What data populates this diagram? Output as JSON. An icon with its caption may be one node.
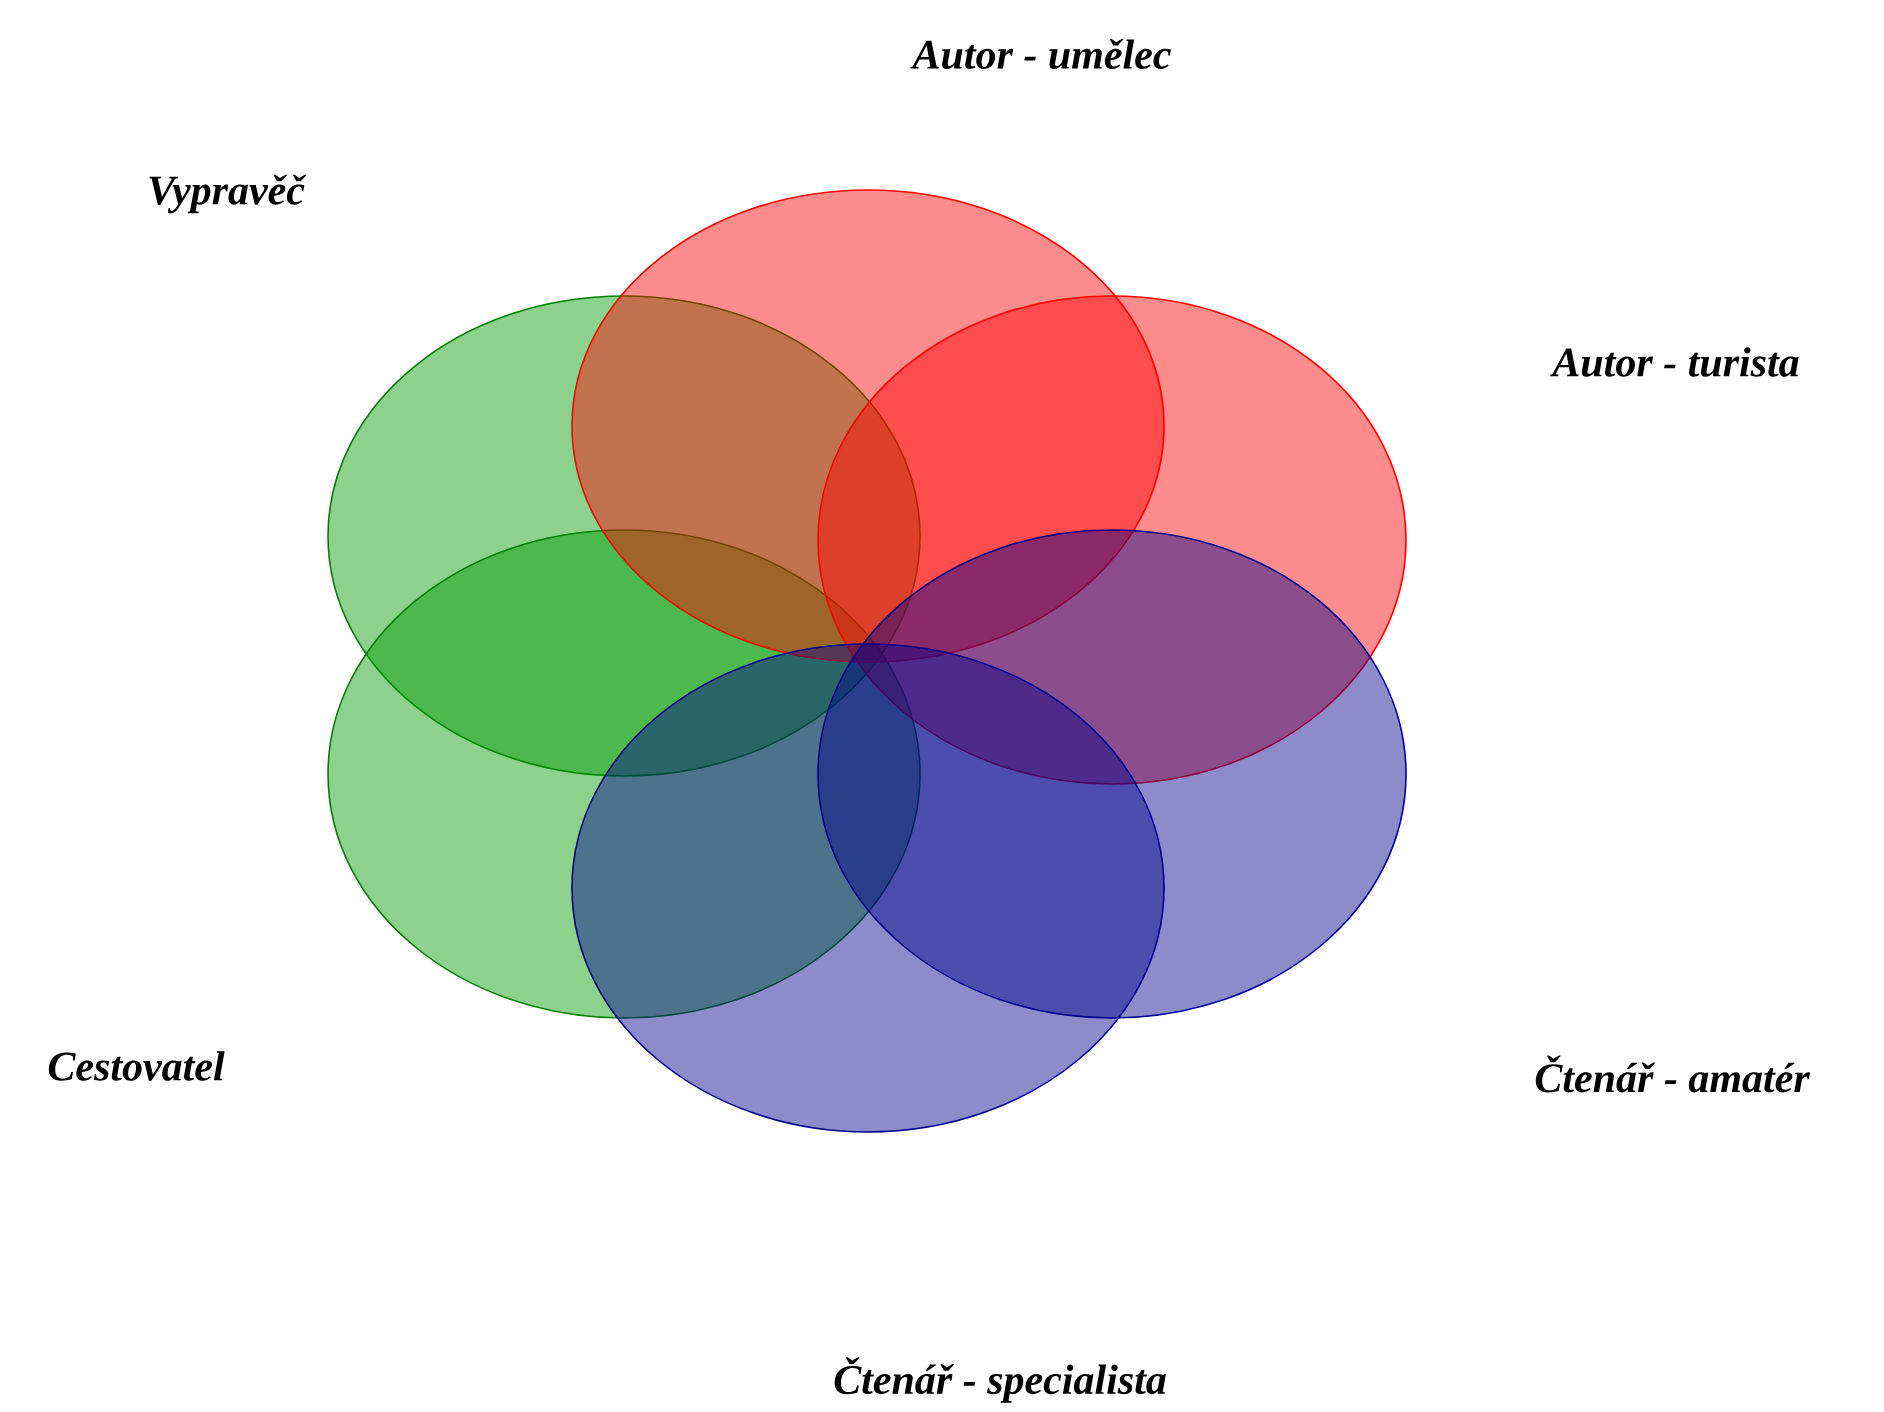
{
  "diagram": {
    "nodes": [
      {
        "text": [],
        "shape": "ellipse"
      },
      {
        "text": [],
        "shape": "ellipse"
      },
      {
        "text": [],
        "shape": "ellipse"
      },
      {
        "text": [],
        "shape": "ellipse"
      },
      {
        "text": [],
        "shape": "ellipse"
      },
      {
        "text": [],
        "shape": "ellipse"
      }
    ],
    "labels": [
      "Autor - umělec",
      "Vypravěč",
      "Autor - turista",
      "Cestovatel",
      "Čtenář - amatér",
      "Čtenář - specialista"
    ]
  }
}
